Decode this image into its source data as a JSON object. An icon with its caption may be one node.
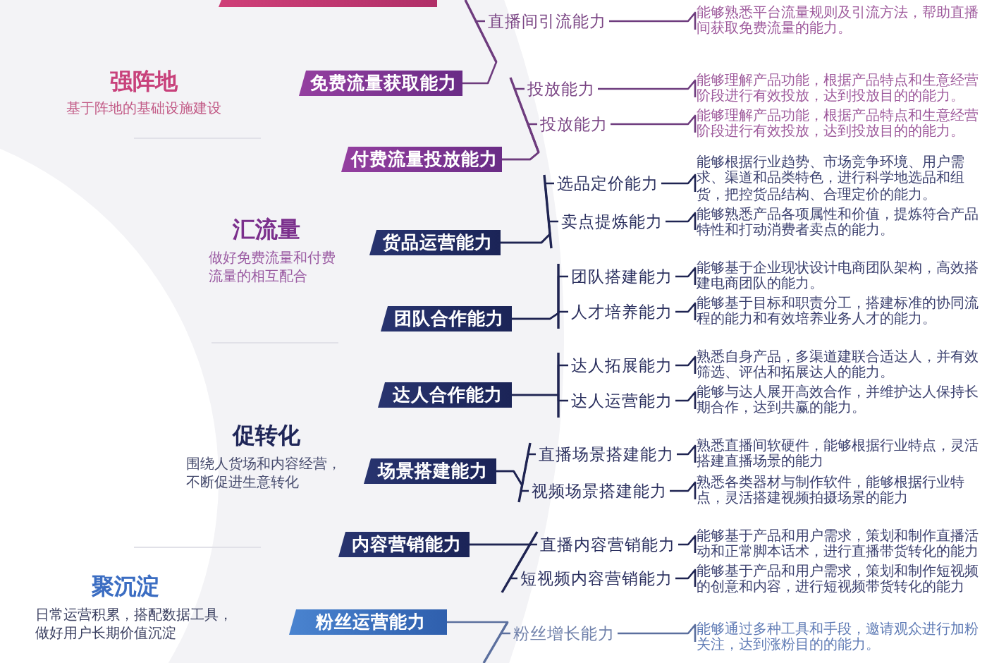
{
  "diagram": {
    "nodes": [
      {
        "text": [],
        "shape": "bar"
      },
      {
        "text": [
          "直播间引流能力"
        ]
      },
      {
        "text": [
          "能够熟悉平台流量规则及引流方法，帮助直播间获取免费流量的能力。"
        ]
      },
      {
        "text": [
          "免费流量获取能力"
        ]
      },
      {
        "text": [
          "投放能力"
        ]
      },
      {
        "text": [
          "能够理解产品功能，根据产品特点和生意经营阶段进行有效投放，达到投放目的的能力。"
        ]
      },
      {
        "text": [
          "投放能力"
        ]
      },
      {
        "text": [
          "能够理解产品功能，根据产品特点和生意经营阶段进行有效投放，达到投放目的的能力。"
        ]
      },
      {
        "text": [
          "付费流量投放能力"
        ]
      },
      {
        "text": [
          "选品定价能力"
        ]
      },
      {
        "text": [
          "能够根据行业趋势、市场竞争环境、用户需求、渠道和品类特色，进行科学地选品和组货，把控货品结构、合理定价的能力。"
        ]
      },
      {
        "text": [
          "卖点提炼能力"
        ]
      },
      {
        "text": [
          "能够熟悉产品各项属性和价值，提炼符合产品特性和打动消费者卖点的能力。"
        ]
      },
      {
        "text": [
          "货品运营能力"
        ]
      },
      {
        "text": [
          "团队搭建能力"
        ]
      },
      {
        "text": [
          "能够基于企业现状设计电商团队架构，高效搭建电商团队的能力。"
        ]
      },
      {
        "text": [
          "人才培养能力"
        ]
      },
      {
        "text": [
          "能够基于目标和职责分工，搭建标准的协同流程的能力和有效培养业务人才的能力。"
        ]
      },
      {
        "text": [
          "团队合作能力"
        ]
      },
      {
        "text": [
          "达人拓展能力"
        ]
      },
      {
        "text": [
          "熟悉自身产品，多渠道建联合适达人，并有效筛选、评估和拓展达人的能力。"
        ]
      },
      {
        "text": [
          "达人运营能力"
        ]
      },
      {
        "text": [
          "能够与达人展开高效合作，并维护达人保持长期合作，达到共赢的能力。"
        ]
      },
      {
        "text": [
          "达人合作能力"
        ]
      },
      {
        "text": [
          "直播场景搭建能力"
        ]
      },
      {
        "text": [
          "熟悉直播间软硬件，能够根据行业特点，灵活搭建直播场景的能力"
        ]
      },
      {
        "text": [
          "视频场景搭建能力"
        ]
      },
      {
        "text": [
          "熟悉各类器材与制作软件，能够根据行业特点，灵活搭建视频拍摄场景的能力"
        ]
      },
      {
        "text": [
          "场景搭建能力"
        ]
      },
      {
        "text": [
          "直播内容营销能力"
        ]
      },
      {
        "text": [
          "能够基于产品和用户需求，策划和制作直播活动和正常脚本话术，进行直播带货转化的能力"
        ]
      },
      {
        "text": [
          "短视频内容营销能力"
        ]
      },
      {
        "text": [
          "能够基于产品和用户需求，策划和制作短视频的创意和内容，进行短视频带货转化的能力"
        ]
      },
      {
        "text": [
          "内容营销能力"
        ]
      },
      {
        "text": [
          "粉丝运营能力"
        ]
      },
      {
        "text": [
          "粉丝增长能力"
        ]
      },
      {
        "text": [
          "能够通过多种工具和手段，邀请观众进行加粉关注，达到涨粉目的的能力。"
        ]
      }
    ],
    "edges": [
      {
        "from": 3,
        "to": 1,
        "arrow": "none",
        "color": "#6e3c7e"
      },
      {
        "from": 1,
        "to": 2,
        "arrow": "none",
        "color": "#6e3c7e"
      },
      {
        "from": 8,
        "to": 4,
        "arrow": "none",
        "color": "#6e3c7e"
      },
      {
        "from": 8,
        "to": 6,
        "arrow": "none",
        "color": "#6e3c7e"
      },
      {
        "from": 4,
        "to": 5,
        "arrow": "none",
        "color": "#6e3c7e"
      },
      {
        "from": 6,
        "to": 7,
        "arrow": "none",
        "color": "#6e3c7e"
      },
      {
        "from": 13,
        "to": 9,
        "arrow": "none"
      },
      {
        "from": 13,
        "to": 11,
        "arrow": "none"
      },
      {
        "from": 9,
        "to": 10,
        "arrow": "none"
      },
      {
        "from": 11,
        "to": 12,
        "arrow": "none"
      },
      {
        "from": 18,
        "to": 14,
        "arrow": "none"
      },
      {
        "from": 18,
        "to": 16,
        "arrow": "none"
      },
      {
        "from": 14,
        "to": 15,
        "arrow": "none"
      },
      {
        "from": 16,
        "to": 17,
        "arrow": "none"
      },
      {
        "from": 23,
        "to": 19,
        "arrow": "none"
      },
      {
        "from": 23,
        "to": 21,
        "arrow": "none"
      },
      {
        "from": 19,
        "to": 20,
        "arrow": "none"
      },
      {
        "from": 21,
        "to": 22,
        "arrow": "none"
      },
      {
        "from": 28,
        "to": 24,
        "arrow": "none"
      },
      {
        "from": 28,
        "to": 26,
        "arrow": "none"
      },
      {
        "from": 24,
        "to": 25,
        "arrow": "none"
      },
      {
        "from": 26,
        "to": 27,
        "arrow": "none"
      },
      {
        "from": 33,
        "to": 29,
        "arrow": "none"
      },
      {
        "from": 33,
        "to": 31,
        "arrow": "none"
      },
      {
        "from": 29,
        "to": 30,
        "arrow": "none"
      },
      {
        "from": 31,
        "to": 32,
        "arrow": "none"
      },
      {
        "from": 34,
        "to": 35,
        "arrow": "none",
        "color": "#5b6f9e"
      },
      {
        "from": 35,
        "to": 36,
        "arrow": "none",
        "color": "#5b6f9e"
      }
    ],
    "labels": [
      "强阵地",
      "基于阵地的基础设施建设",
      "汇流量",
      "做好免费流量和付费流量的相互配合",
      "促转化",
      "围绕人货场和内容经营，不断促进生意转化",
      "聚沉淀",
      "日常运营积累，搭配数据工具，做好用户长期价值沉淀"
    ]
  }
}
